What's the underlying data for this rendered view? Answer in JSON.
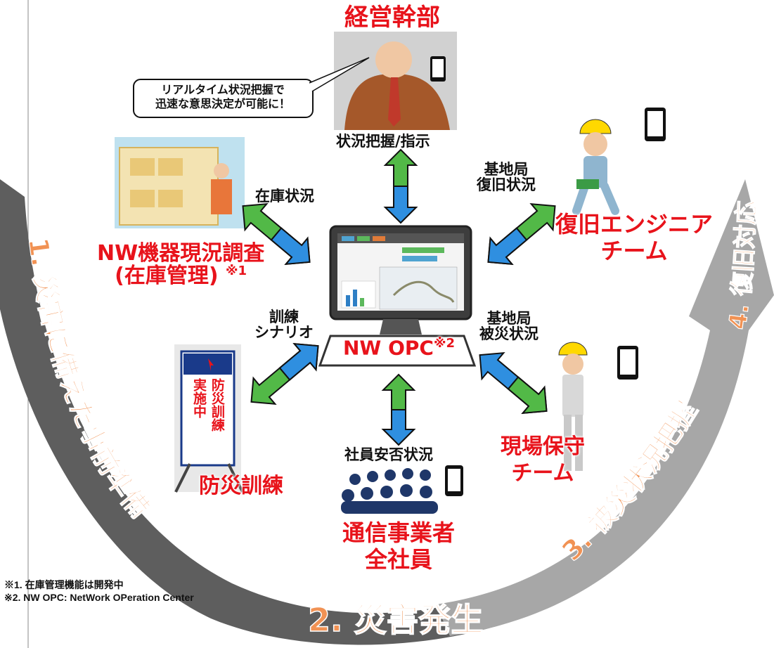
{
  "header": {
    "executives": "経営幹部"
  },
  "callout": {
    "line1": "リアルタイム状況把握で",
    "line2": "迅速な意思決定が可能に！"
  },
  "flows": {
    "top": "状況把握/指示",
    "inventory": "在庫状況",
    "recovery_line1": "基地局",
    "recovery_line2": "復旧状況",
    "scenario_line1": "訓練",
    "scenario_line2": "シナリオ",
    "damage_line1": "基地局",
    "damage_line2": "被災状況",
    "safety": "社員安否状況"
  },
  "groups": {
    "nw_survey_line1": "NW機器現況調査",
    "nw_survey_line2": "(在庫管理)",
    "nw_survey_note": "※1",
    "engineers_line1": "復旧エンジニア",
    "engineers_line2": "チーム",
    "drill": "防災訓練",
    "field_line1": "現場保守",
    "field_line2": "チーム",
    "employees_line1": "通信事業者",
    "employees_line2": "全社員"
  },
  "center": {
    "label": "NW OPC",
    "note": "※2"
  },
  "sign": {
    "col1": "防災訓練",
    "col2": "実施中"
  },
  "phases": {
    "p1": "1. 災害に備えた事前準備",
    "p2": "2. 災害発生",
    "p3": "3. 被災状況把握",
    "p4": "4. 復旧対応"
  },
  "footnotes": {
    "n1": "※1. 在庫管理機能は開発中",
    "n2": "※2. NW OPC: NetWork OPeration Center"
  },
  "colors": {
    "accent_red": "#e8131b",
    "arrow_green": "#52b947",
    "arrow_blue": "#2f8fe0",
    "band_dark": "#606060",
    "band_light": "#a9a9a9",
    "phase_orange": "#f19254"
  }
}
